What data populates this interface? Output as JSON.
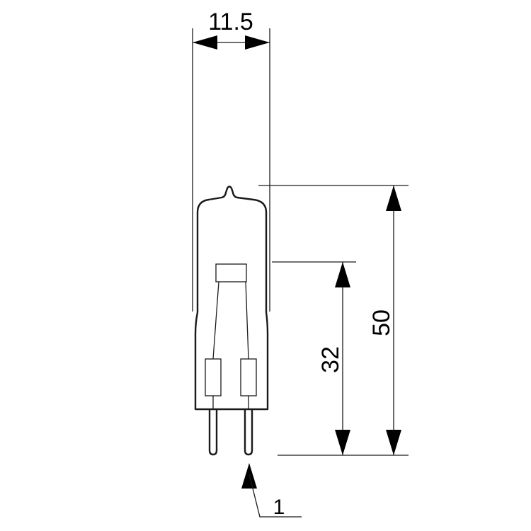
{
  "dimensions": {
    "width": "11.5",
    "total_height": "50",
    "light_center_height": "32"
  },
  "callout": {
    "label": "1"
  },
  "colors": {
    "line": "#1a1a1a",
    "background": "#ffffff"
  }
}
